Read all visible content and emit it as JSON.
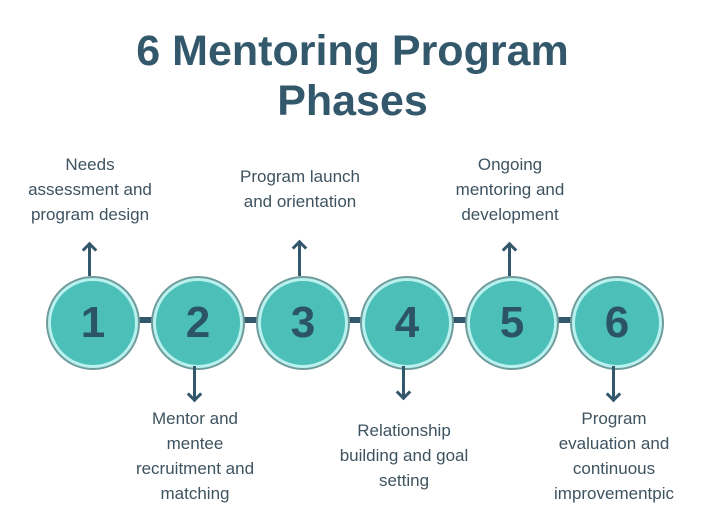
{
  "title": {
    "line1": "6 Mentoring Program",
    "line2": "Phases"
  },
  "colors": {
    "title": "#33586b",
    "node_fill": "#4bbfb8",
    "node_ring": "#b8f1ee",
    "node_outline": "#6f9b9c",
    "connector": "#33586b",
    "label_text": "#3e5360"
  },
  "phases": [
    {
      "number": "1",
      "label_lines": [
        "Needs",
        "assessment and",
        "program design"
      ],
      "direction": "up"
    },
    {
      "number": "2",
      "label_lines": [
        "Mentor and",
        "mentee",
        "recruitment and",
        "matching"
      ],
      "direction": "down"
    },
    {
      "number": "3",
      "label_lines": [
        "Program launch",
        "and orientation"
      ],
      "direction": "up"
    },
    {
      "number": "4",
      "label_lines": [
        "Relationship",
        "building and goal",
        "setting"
      ],
      "direction": "down"
    },
    {
      "number": "5",
      "label_lines": [
        "Ongoing",
        "mentoring and",
        "development"
      ],
      "direction": "up"
    },
    {
      "number": "6",
      "label_lines": [
        "Program",
        "evaluation and",
        "continuous",
        "improvementpic"
      ],
      "direction": "down"
    }
  ]
}
